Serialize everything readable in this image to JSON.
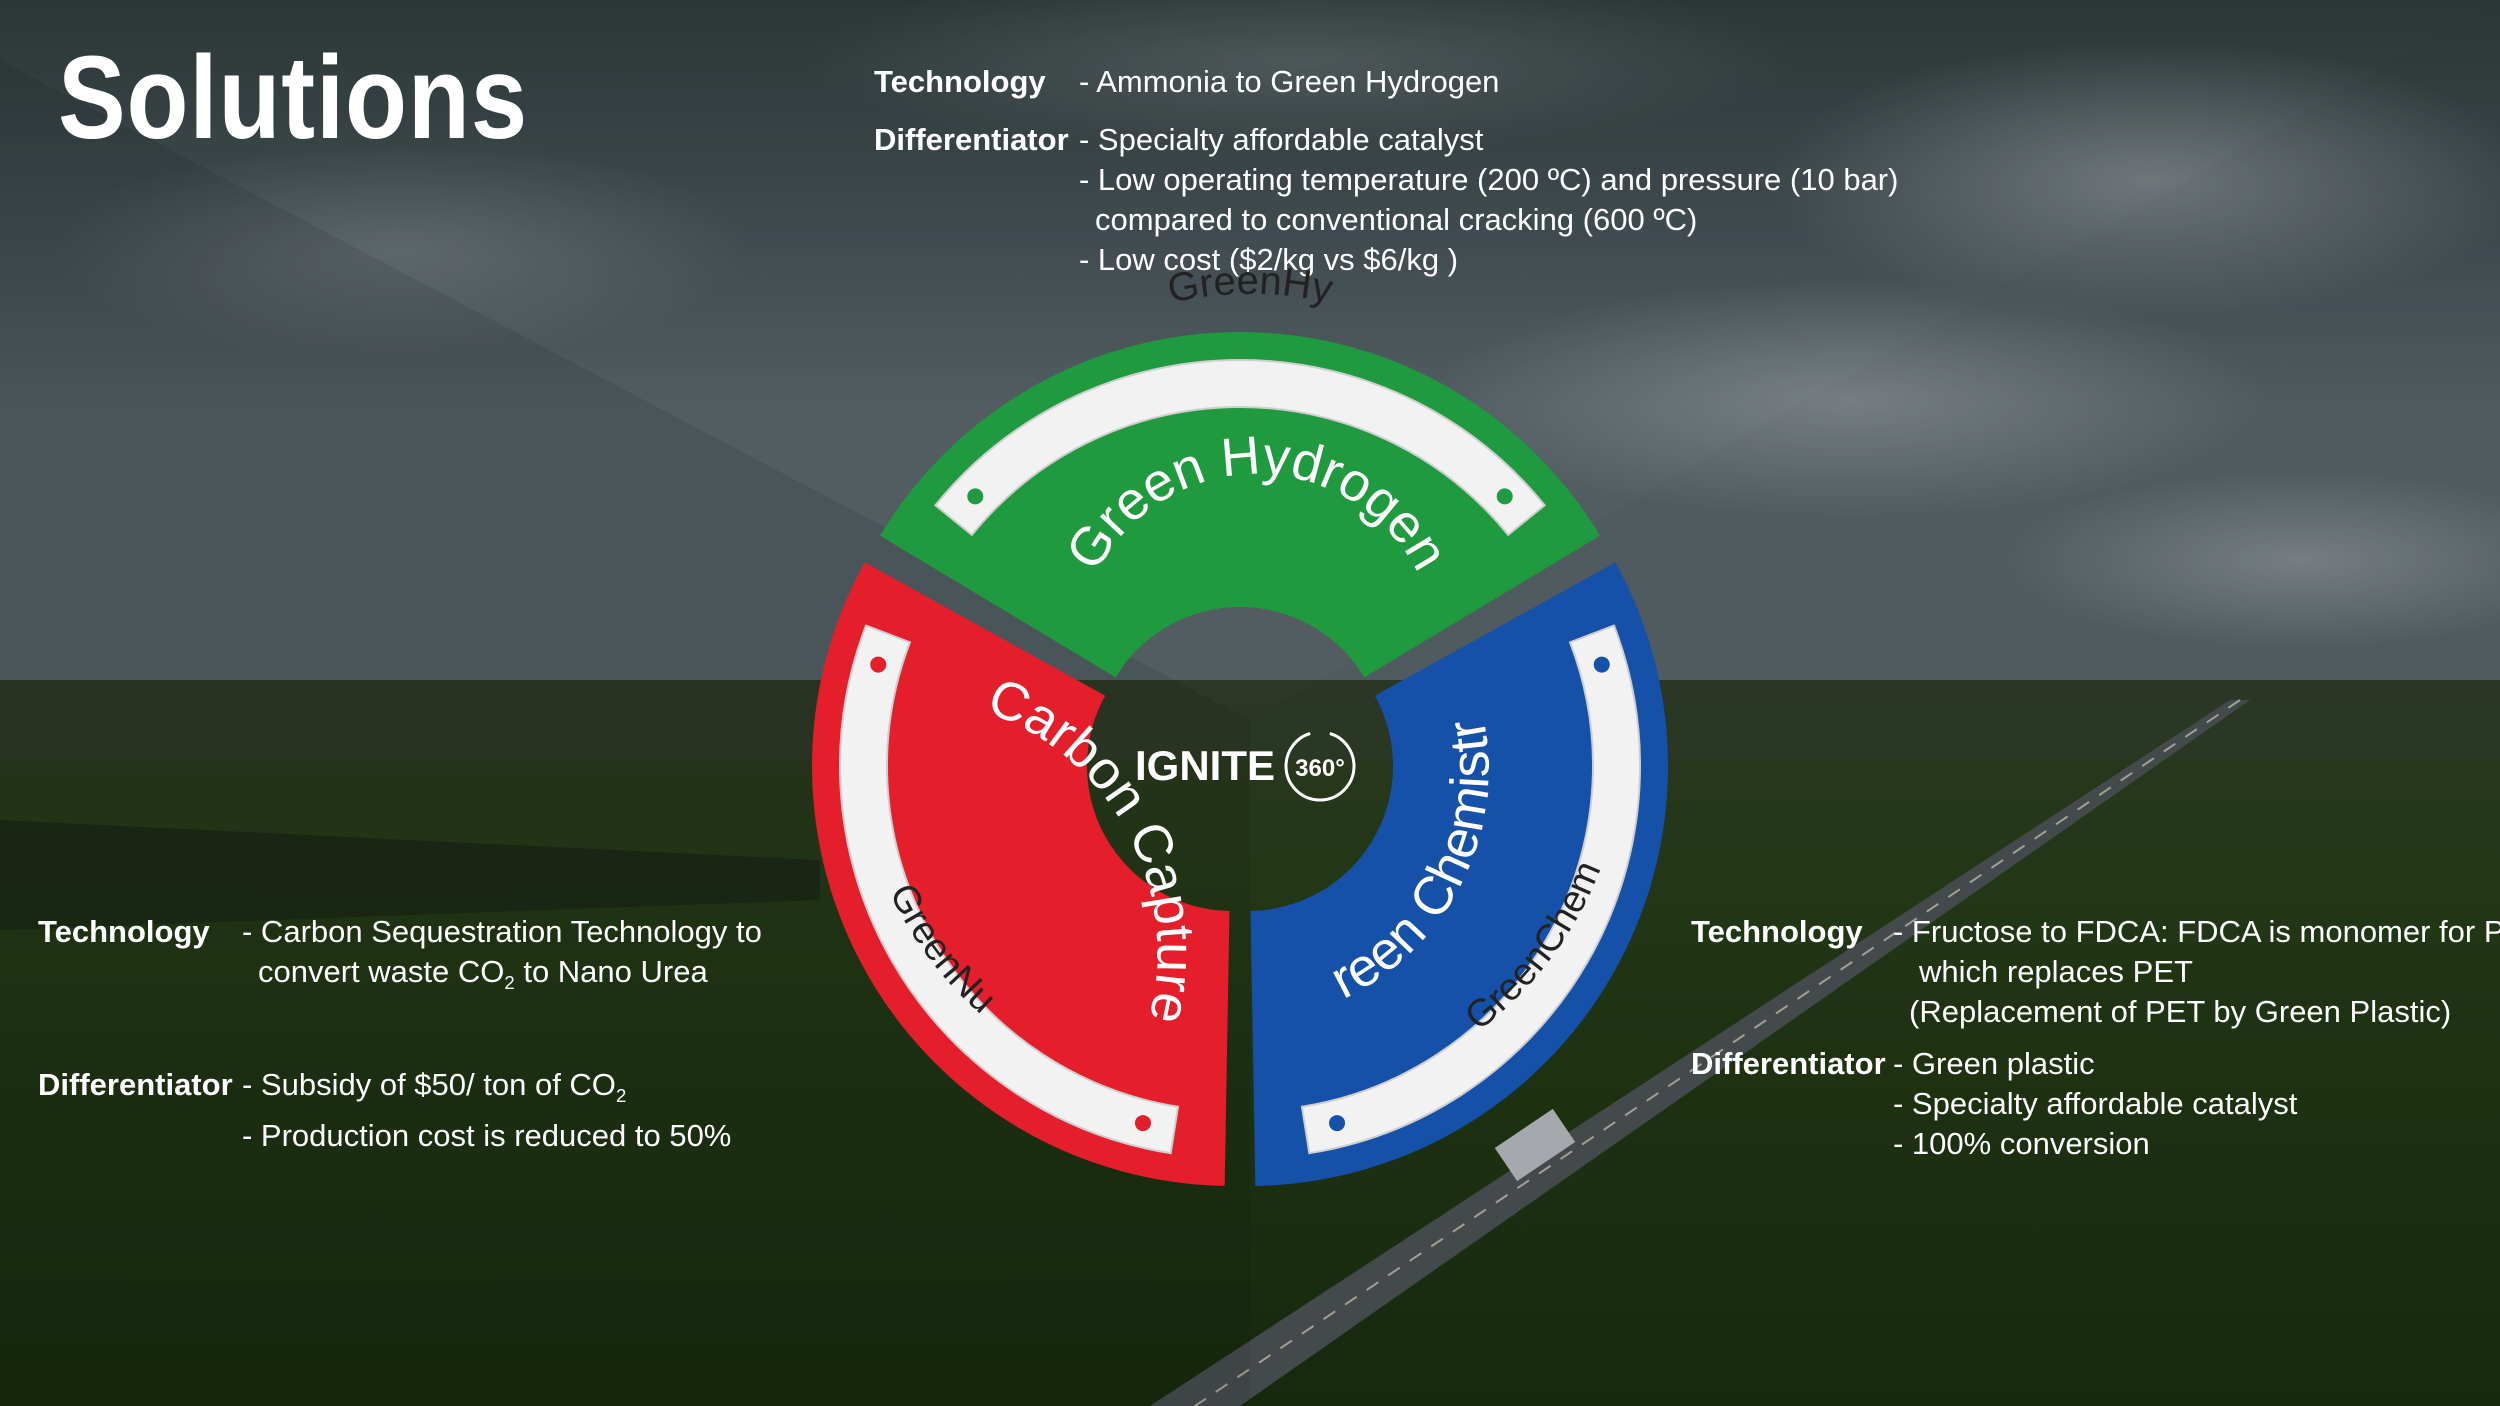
{
  "title": "Solutions",
  "top": {
    "technology_label": "Technology",
    "technology": "- Ammonia to Green Hydrogen",
    "differentiator_label": "Differentiator",
    "differentiator": [
      "- Specialty affordable catalyst",
      "- Low operating temperature (200 ºC) and pressure (10 bar)",
      "compared to conventional cracking (600 ºC)",
      "- Low cost ($2/kg vs $6/kg )"
    ]
  },
  "left": {
    "technology_label": "Technology",
    "technology_line1": "- Carbon Sequestration Technology to",
    "technology_line2_pre": "convert waste CO",
    "technology_line2_sub": "2",
    "technology_line2_post": " to Nano Urea",
    "differentiator_label": "Differentiator",
    "diff_line1_pre": "- Subsidy of $50/ ton of CO",
    "diff_line1_sub": "2",
    "diff_line2": "- Production cost is reduced to 50%"
  },
  "right": {
    "technology_label": "Technology",
    "technology": [
      "- Fructose to FDCA: FDCA is monomer for PEF",
      "which replaces PET",
      "(Replacement of PET by Green Plastic)"
    ],
    "differentiator_label": "Differentiator",
    "differentiator": [
      "- Green plastic",
      "- Specialty affordable catalyst",
      "- 100% conversion"
    ]
  },
  "wheel": {
    "center_label": "IGNITE",
    "center_badge": "360°",
    "segments": [
      {
        "name": "Green Hydrogen",
        "tag": "GreenHy",
        "color": "#1f9a3f"
      },
      {
        "name": "Carbon Capture",
        "tag": "GreenNu",
        "color": "#e41e2a"
      },
      {
        "name": "Green Chemistry",
        "tag": "GreenChem",
        "color": "#1551a8"
      }
    ]
  }
}
